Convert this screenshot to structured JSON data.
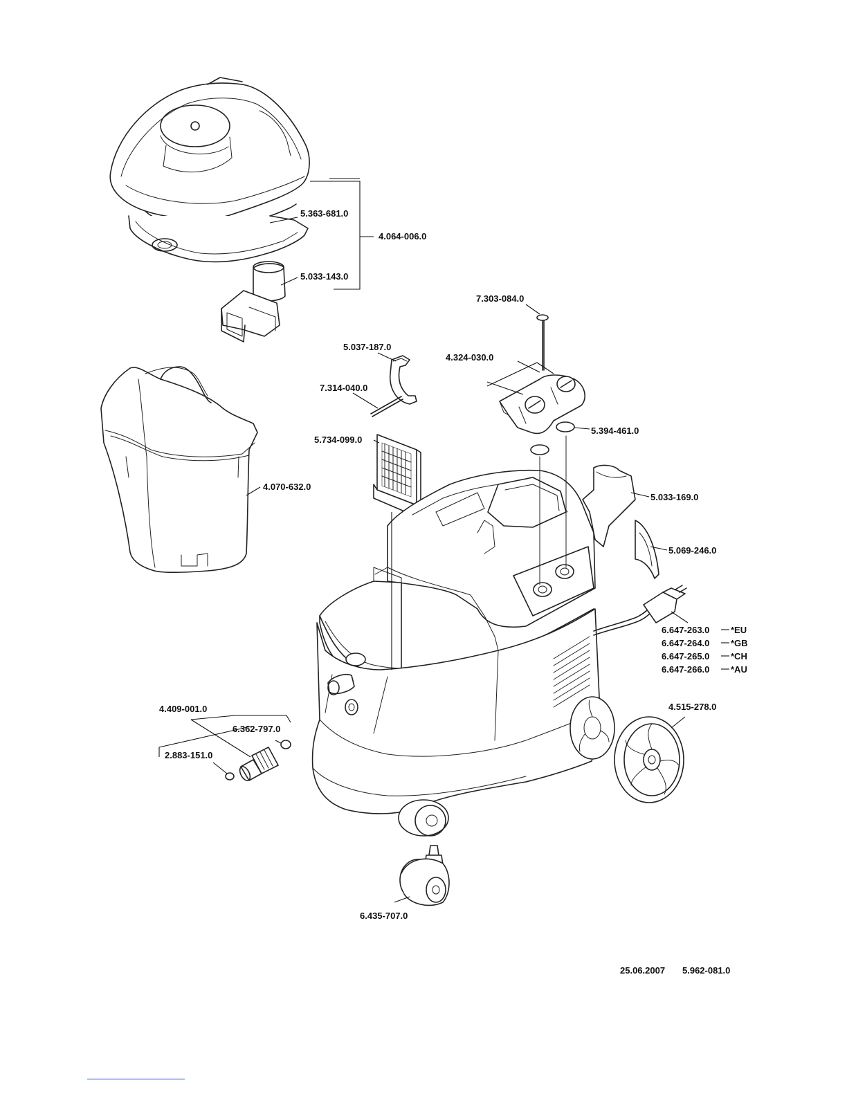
{
  "parts": {
    "cover_assembly": "4.064-006.0",
    "cover_seal": "5.363-681.0",
    "inlet_socket": "5.033-143.0",
    "dirt_container": "4.070-632.0",
    "bracket": "5.037-187.0",
    "pin": "7.314-040.0",
    "flat_filter": "5.734-099.0",
    "screw": "7.303-084.0",
    "switch_knob_set": "4.324-030.0",
    "cap": "5.394-461.0",
    "upper_housing_part": "5.033-169.0",
    "side_cover": "5.069-246.0",
    "mains_cable_eu": "6.647-263.0",
    "mains_cable_gb": "6.647-264.0",
    "mains_cable_ch": "6.647-265.0",
    "mains_cable_au": "6.647-266.0",
    "wheel": "4.515-278.0",
    "connector_set": "4.409-001.0",
    "o_ring_large": "6.362-797.0",
    "o_ring_small": "2.883-151.0",
    "castor": "6.435-707.0"
  },
  "variants": {
    "eu": "*EU",
    "gb": "*GB",
    "ch": "*CH",
    "au": "*AU"
  },
  "footer": {
    "date": "25.06.2007",
    "document_number": "5.962-081.0"
  }
}
